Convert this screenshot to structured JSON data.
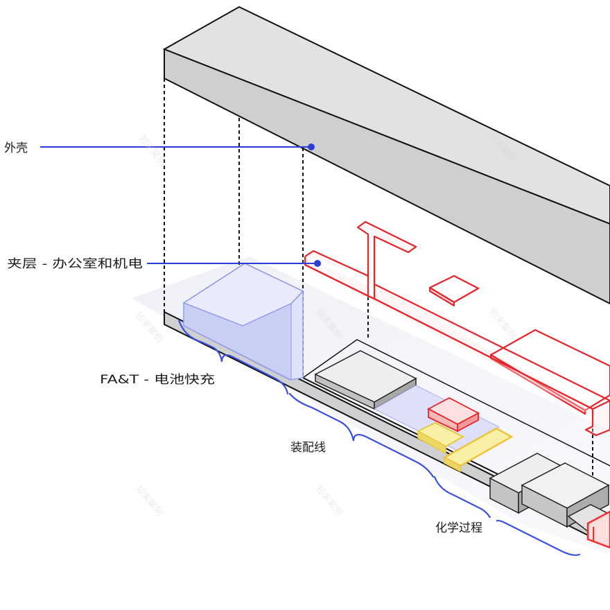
{
  "labels": {
    "shell": "外壳",
    "mezzanine": "夹层 - 办公室和机电",
    "fat": "FA&T - 电池快充",
    "assembly": "装配线",
    "chemical": "化学过程"
  },
  "watermark": "知末案例",
  "colors": {
    "leader": "#2b3fd8",
    "bracket": "#3a4fe0",
    "mezzanine": "#e8232a",
    "fat_block": "#c9cdf7",
    "assembly_yellow": "#f2e35a",
    "chem_red": "#ff3b3b",
    "shell_fill": "#d9d9d9",
    "outline": "#111111"
  }
}
